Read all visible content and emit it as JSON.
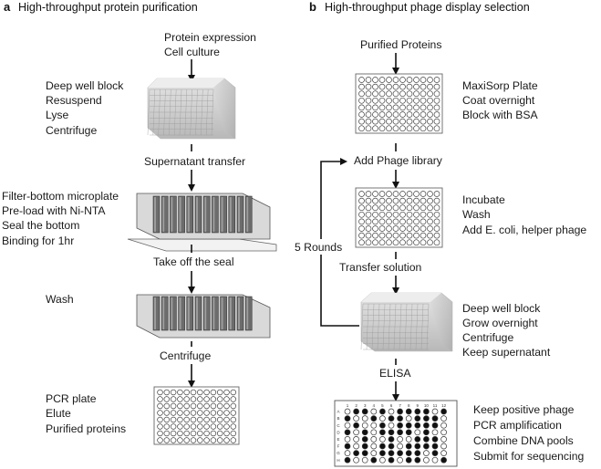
{
  "panel_a": {
    "letter": "a",
    "title": "High-throughput protein purification",
    "step1": [
      "Protein expression",
      "Cell culture"
    ],
    "block_labels": [
      "Deep well block",
      "Resuspend",
      "Lyse",
      "Centrifuge"
    ],
    "transfer": "Supernatant transfer",
    "filter_labels": [
      "Filter-bottom microplate",
      "Pre-load with Ni-NTA",
      "Seal the bottom",
      "Binding for 1hr"
    ],
    "seal_off": "Take off the seal",
    "wash": "Wash",
    "centrifuge": "Centrifuge",
    "pcr_labels": [
      "PCR plate",
      "Elute",
      "Purified proteins"
    ]
  },
  "panel_b": {
    "letter": "b",
    "title": "High-throughput phage display selection",
    "start": "Purified Proteins",
    "plate1_labels": [
      "MaxiSorp Plate",
      "Coat overnight",
      "Block with BSA"
    ],
    "add_library": "Add Phage library",
    "plate2_labels": [
      "Incubate",
      "Wash",
      "Add E. coli, helper phage"
    ],
    "rounds": "5 Rounds",
    "transfer": "Transfer solution",
    "block_labels": [
      "Deep well block",
      "Grow overnight",
      "Centrifuge",
      "Keep supernatant"
    ],
    "elisa": "ELISA",
    "final_labels": [
      "Keep positive phage",
      "PCR amplification",
      "Combine DNA pools",
      "Submit for sequencing"
    ],
    "elisa_cols": [
      "1",
      "2",
      "3",
      "4",
      "5",
      "6",
      "7",
      "8",
      "9",
      "10",
      "11",
      "12"
    ],
    "elisa_rows": [
      "A",
      "B",
      "C",
      "D",
      "E",
      "F",
      "G",
      "H"
    ]
  },
  "colors": {
    "text": "#1a1a1a",
    "arrow": "#111111",
    "well_outline": "#444444",
    "filled_well": "#111111",
    "block_gray": "#c9c9c9"
  }
}
